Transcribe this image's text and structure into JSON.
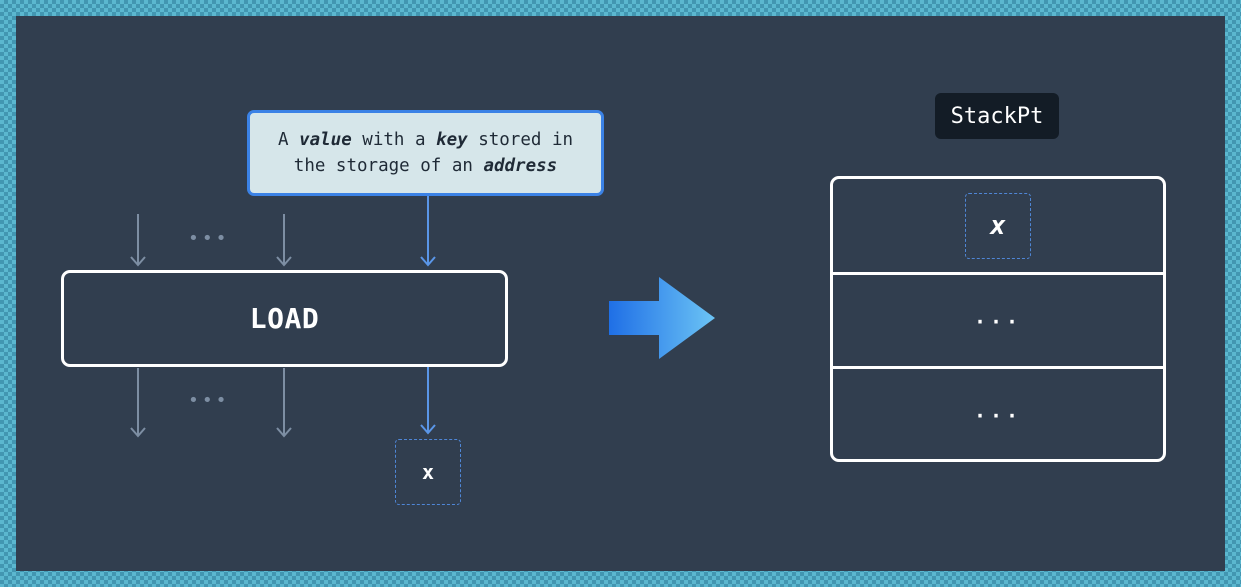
{
  "callout": {
    "part1": "A ",
    "value_word": "value",
    "part2": " with a ",
    "key_word": "key",
    "part3": " stored in",
    "line2_part1": "the storage of an ",
    "address_word": "address"
  },
  "opcode": {
    "label": "LOAD"
  },
  "input_ellipsis": "•••",
  "output_ellipsis": "•••",
  "output": {
    "label": "x"
  },
  "stack": {
    "title": "StackPt",
    "slots": [
      "x",
      "···",
      "···"
    ]
  },
  "colors": {
    "background": "#313e4f",
    "accent": "#3b82e6",
    "faded_arrow": "#7d8ea3",
    "callout_bg": "#d6e6ea"
  }
}
